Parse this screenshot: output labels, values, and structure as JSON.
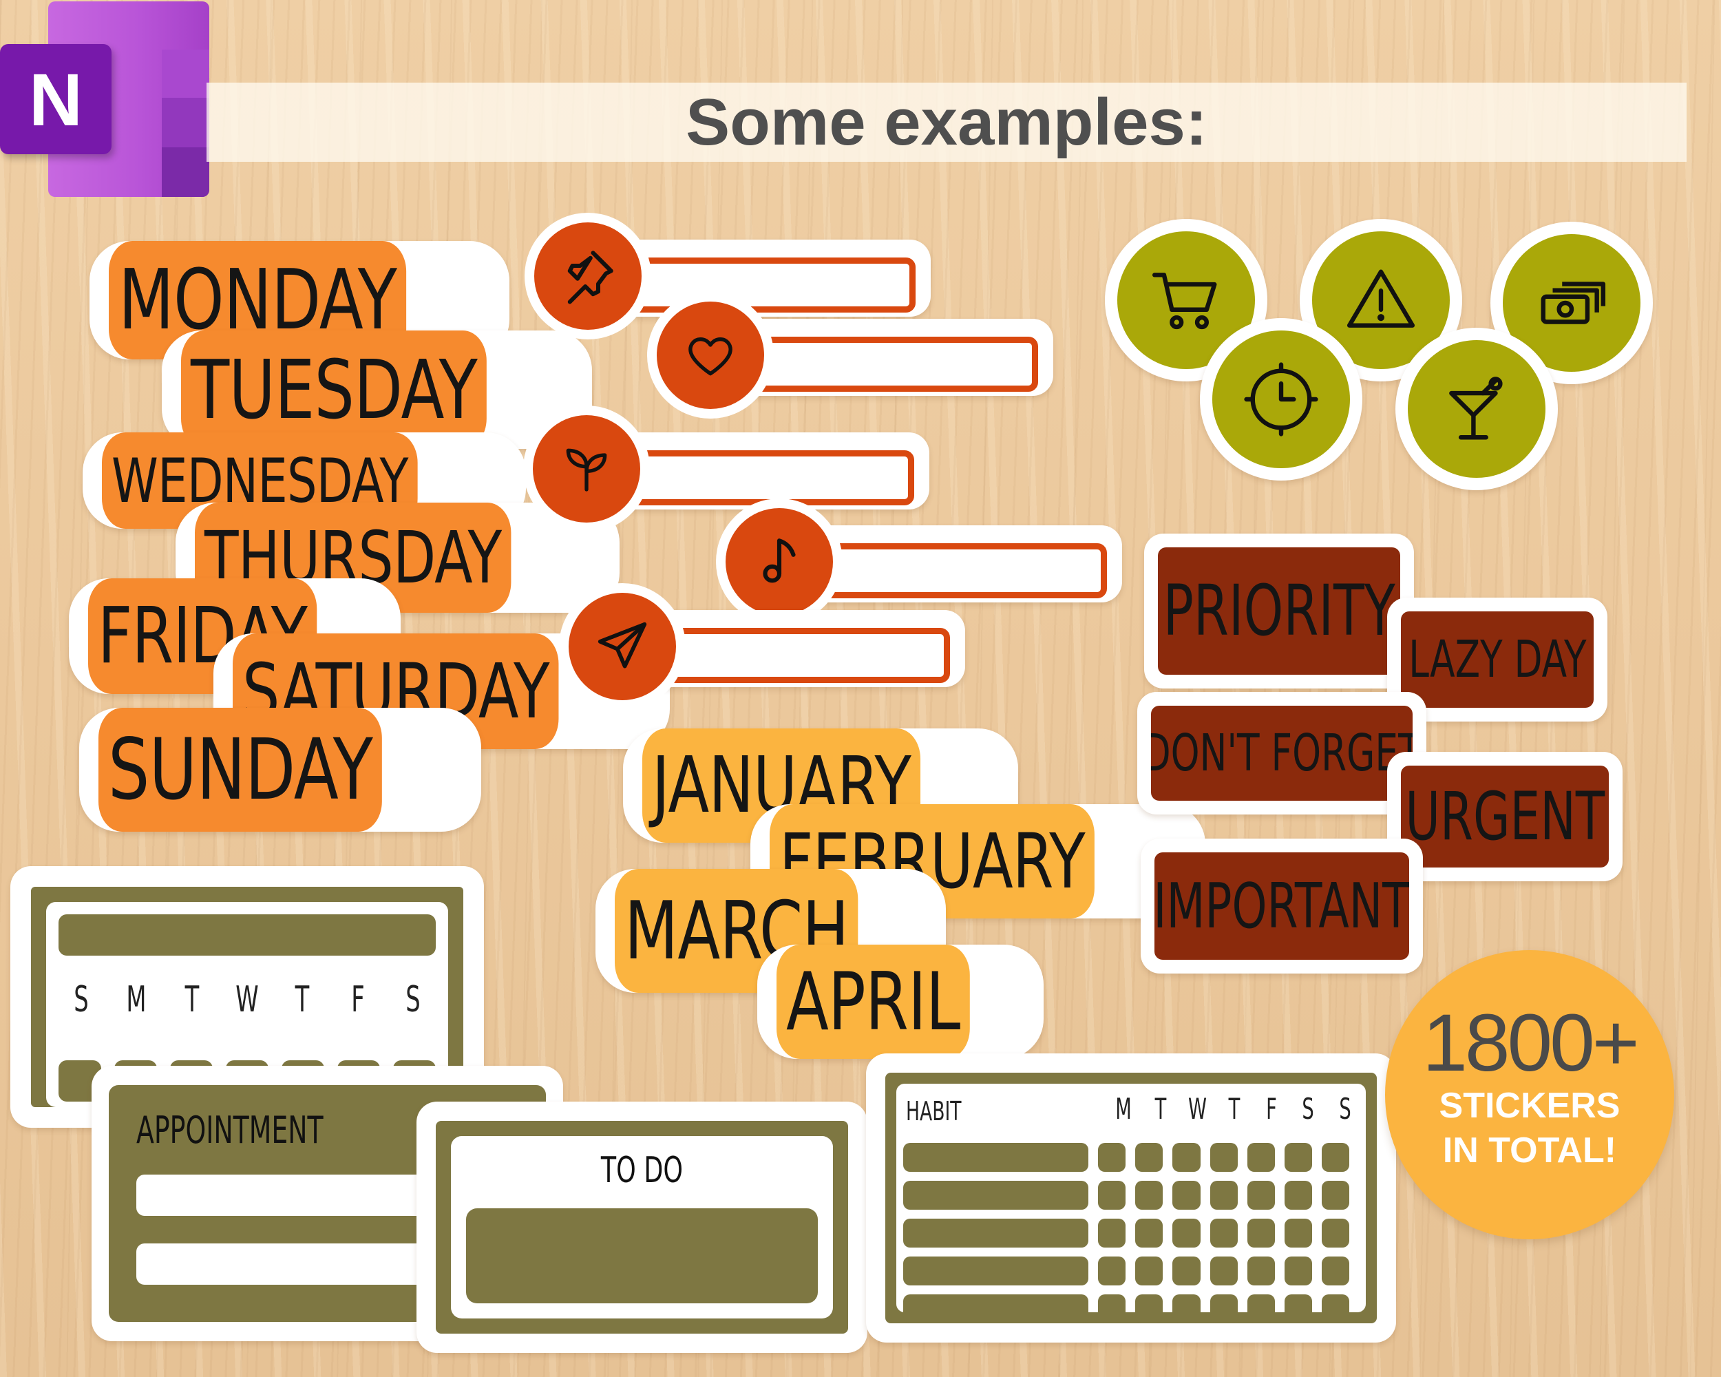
{
  "logo": {
    "letter": "N"
  },
  "header": {
    "title": "Some examples:"
  },
  "weekdays": [
    "MONDAY",
    "TUESDAY",
    "WEDNESDAY",
    "THURSDAY",
    "FRIDAY",
    "SATURDAY",
    "SUNDAY"
  ],
  "months": [
    "JANUARY",
    "FEBRUARY",
    "MARCH",
    "APRIL"
  ],
  "banner_icons": [
    "pushpin-icon",
    "heart-icon",
    "sprout-icon",
    "music-note-icon",
    "paper-plane-icon"
  ],
  "round_icons": [
    "shopping-cart-icon",
    "warning-icon",
    "cash-icon",
    "clock-icon",
    "cocktail-icon"
  ],
  "labels": [
    "PRIORITY",
    "LAZY DAY",
    "DON'T FORGET",
    "URGENT",
    "IMPORTANT"
  ],
  "calendar": {
    "days": [
      "S",
      "M",
      "T",
      "W",
      "T",
      "F",
      "S"
    ]
  },
  "appointment": {
    "label": "APPOINTMENT"
  },
  "todo": {
    "label": "TO DO"
  },
  "habit": {
    "label": "HABIT",
    "days": [
      "M",
      "T",
      "W",
      "T",
      "F",
      "S",
      "S"
    ]
  },
  "badge": {
    "count": "1800+",
    "line1": "STICKERS",
    "line2": "IN TOTAL!"
  },
  "colors": {
    "orange_sticker": "#f68a2e",
    "yellow_sticker": "#fbb440",
    "banner_red": "#d9480f",
    "icon_olive": "#aaa809",
    "label_brown": "#8b2a0c",
    "planner_olive": "#7e7742",
    "onenote_purple": "#7719aa"
  }
}
